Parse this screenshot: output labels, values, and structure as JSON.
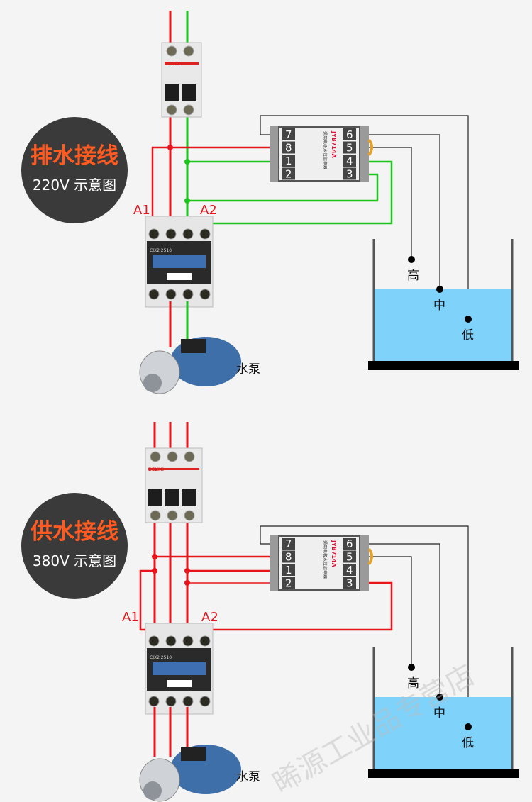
{
  "diagrams": [
    {
      "title": "排水接线",
      "subtitle": "220V 示意图",
      "coil_labels": [
        "A1",
        "A2"
      ],
      "relay": {
        "model": "JYB714A",
        "desc": "通用电极水位继电器",
        "left_terminals": [
          "7",
          "8",
          "1",
          "2"
        ],
        "right_terminals": [
          "6",
          "5",
          "4",
          "3"
        ]
      },
      "breaker_brand": "DELIXI",
      "contactor_model": "CJX2 2510",
      "levels": [
        "高",
        "中",
        "低"
      ],
      "pump_label": "水泵",
      "wire_colors": {
        "live": "#e8141b",
        "neutral": "#1ec41e"
      }
    },
    {
      "title": "供水接线",
      "subtitle": "380V 示意图",
      "coil_labels": [
        "A1",
        "A2"
      ],
      "relay": {
        "model": "JYB714A",
        "desc": "通用电极水位继电器",
        "left_terminals": [
          "7",
          "8",
          "1",
          "2"
        ],
        "right_terminals": [
          "6",
          "5",
          "4",
          "3"
        ]
      },
      "breaker_brand": "DELIXI",
      "contactor_model": "CJX2 2510",
      "levels": [
        "高",
        "中",
        "低"
      ],
      "pump_label": "水泵",
      "wire_colors": {
        "live": "#e8141b"
      }
    }
  ],
  "colors": {
    "badge": "#3a3a3a",
    "title_accent": "#ff5a1f",
    "water": "#7fd3fb",
    "probe_wire": "#222222"
  },
  "watermark": "晞源工业品专营店"
}
